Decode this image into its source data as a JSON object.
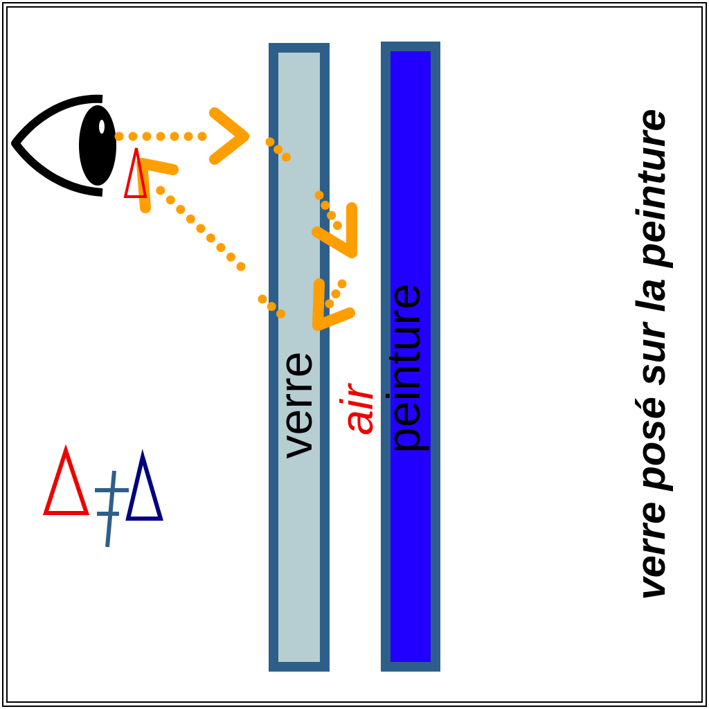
{
  "labels": {
    "glass": "verre",
    "air": "air",
    "paint": "peinture",
    "title": "verre posé sur la peinture"
  },
  "colors": {
    "frame": "#2e5f8a",
    "glass_fill": "#b6cdd2",
    "paint_fill": "#2200ff",
    "ray": "#ff9e00",
    "delta_red": "#ee0000",
    "delta_blue": "#000080",
    "air_text": "#ee0000"
  }
}
